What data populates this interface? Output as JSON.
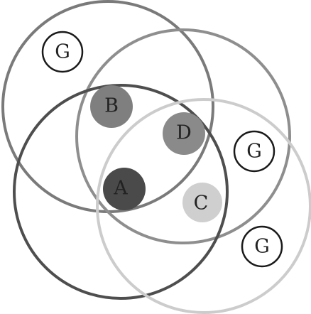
{
  "diagram": {
    "colors": {
      "background": "#ffffff",
      "text": "#222222",
      "ring_top_left": "#7a7a7a",
      "ring_top_right": "#8e8e8e",
      "ring_bottom_left": "#4e4e4e",
      "ring_bottom_right": "#cccccc",
      "node_a": "#4a4a4a",
      "node_b": "#7f7f7f",
      "node_c": "#cfcfcf",
      "node_d": "#8a8a8a",
      "node_g_fill": "#ffffff",
      "node_g_stroke": "#1a1a1a"
    },
    "nodes": {
      "a": {
        "label": "A"
      },
      "b": {
        "label": "B"
      },
      "c": {
        "label": "C"
      },
      "d": {
        "label": "D"
      },
      "g1": {
        "label": "G"
      },
      "g2": {
        "label": "G"
      },
      "g3": {
        "label": "G"
      }
    }
  }
}
